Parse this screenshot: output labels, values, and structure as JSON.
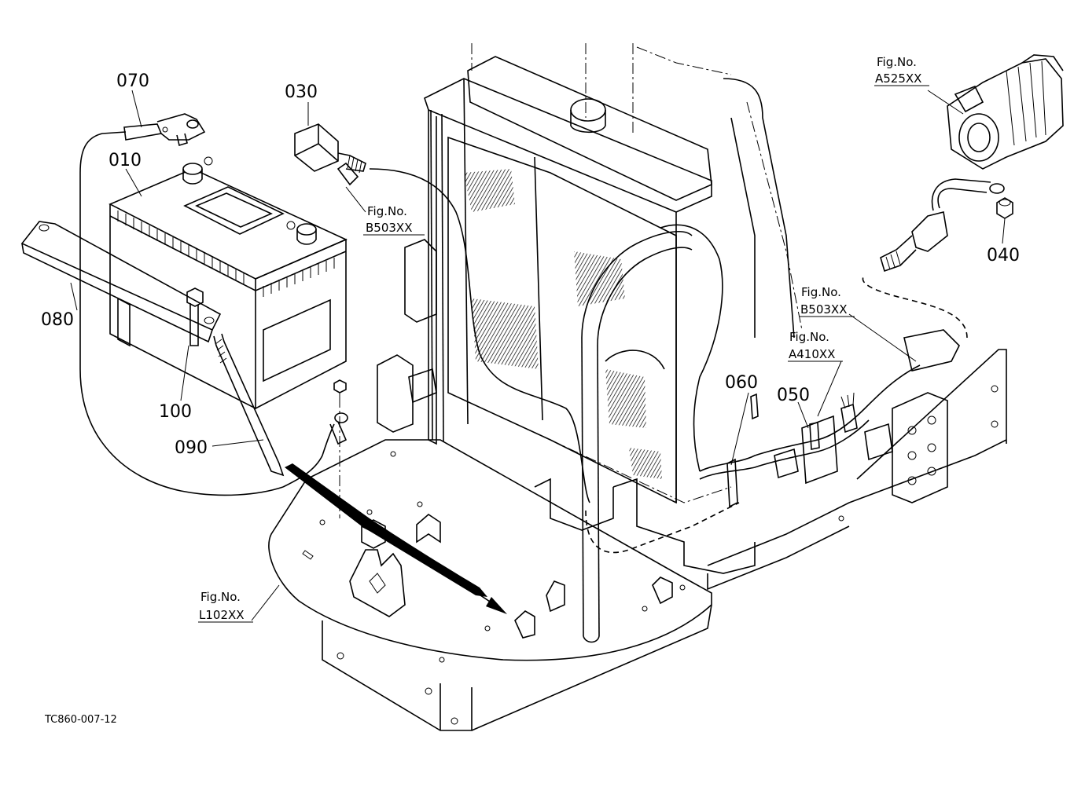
{
  "parts": {
    "p010": "010",
    "p030": "030",
    "p040": "040",
    "p050": "050",
    "p060": "060",
    "p070": "070",
    "p080": "080",
    "p090": "090",
    "p100": "100"
  },
  "fig_refs": {
    "b503_top": {
      "line1": "Fig.No.",
      "line2": "B503XX"
    },
    "a525": {
      "line1": "Fig.No.",
      "line2": "A525XX"
    },
    "b503_right": {
      "line1": "Fig.No.",
      "line2": "B503XX"
    },
    "a410": {
      "line1": "Fig.No.",
      "line2": "A410XX"
    },
    "l102": {
      "line1": "Fig.No.",
      "line2": "L102XX"
    }
  },
  "drawing_code": "TC860-007-12"
}
